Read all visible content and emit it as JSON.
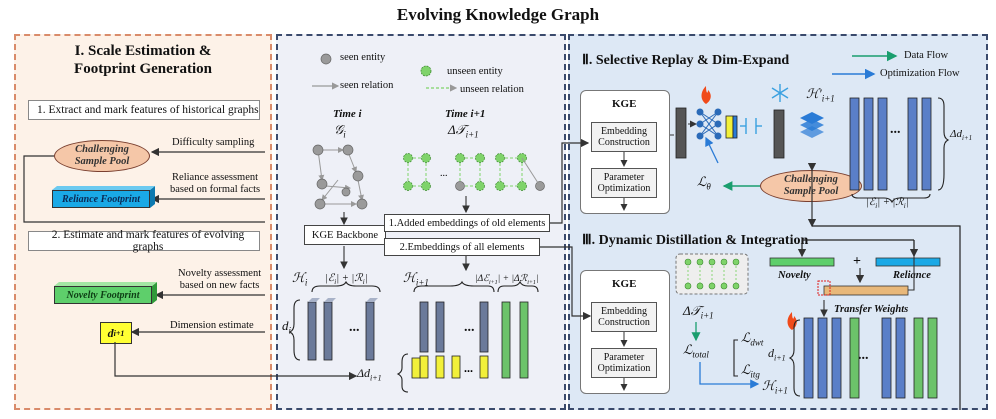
{
  "title": "Evolving Knowledge Graph",
  "panel1": {
    "title_line1": "I. Scale Estimation &",
    "title_line2": "Footprint Generation",
    "step1": "1. Extract and mark features of historical graphs",
    "difficulty": "Difficulty sampling",
    "sample_pool_1": "Challenging",
    "sample_pool_2": "Sample Pool",
    "reliance_assess_1": "Reliance assessment",
    "reliance_assess_2": "based on formal facts",
    "reliance_footprint": "Reliance Footprint",
    "step2": "2. Estimate and mark features of evolving graphs",
    "novelty_assess_1": "Novelty assessment",
    "novelty_assess_2": "based on new facts",
    "novelty_footprint": "Novelty Footprint",
    "dimension_estimate": "Dimension estimate",
    "d_symbol": "d",
    "d_sub": "i+1"
  },
  "panel2": {
    "legend": {
      "seen_entity": "seen entity",
      "unseen_entity": "unseen entity",
      "seen_relation": "seen relation",
      "unseen_relation": "unseen relation"
    },
    "time_i": "Time i",
    "time_i1": "Time i+1",
    "g_sym": "𝒢",
    "g_sub": "i",
    "dt_sym": "Δ𝒯",
    "dt_sub": "i+1",
    "kge_backbone": "KGE Backbone",
    "added_embeddings": "1.Added embeddings of old elements",
    "all_embeddings": "2.Embeddings of all elements",
    "h_i": "ℋ",
    "h_i_sub": "i",
    "h_i1_sub": "i+1",
    "card_i": "|ℰ",
    "card_i_mid": "| + |ℛ",
    "card_i_end": "|",
    "card_i1": "|Δℰ",
    "card_i1_mid": "| + |Δℛ",
    "card_i1_end": "|",
    "d_i": "d",
    "d_i_sub": "i",
    "delta_d": "Δd",
    "delta_d_sub": "i+1",
    "dots": "..."
  },
  "panel3": {
    "title2": "Ⅱ. Selective Replay & Dim-Expand",
    "title3": "Ⅲ. Dynamic Distillation & Integration",
    "data_flow": "Data Flow",
    "opt_flow": "Optimization Flow",
    "kge": "KGE",
    "embedding_construction_1": "Embedding",
    "embedding_construction_2": "Construction",
    "param_opt_1": "Parameter",
    "param_opt_2": "Optimization",
    "h_prime": "ℋ′",
    "h_prime_sub": "i+1",
    "delta_d": "Δd",
    "delta_d_sub": "i+1",
    "card": "|ℰ",
    "card_mid": "| + |ℛ",
    "card_end": "|",
    "l_theta": "ℒ",
    "l_theta_sub": "θ",
    "pool_1": "Challenging",
    "pool_2": "Sample Pool",
    "novelty": "Novelty",
    "reliance": "Reliance",
    "plus": "+",
    "transfer_weights": "Transfer Weights",
    "dt": "Δ𝒯",
    "dt_sub": "i+1",
    "l_total": "ℒ",
    "l_total_sub": "total",
    "l_dwt": "ℒ",
    "l_dwt_sub": "dwt",
    "l_itg": "ℒ",
    "l_itg_sub": "itg",
    "d_i1": "d",
    "d_i1_sub": "i+1",
    "h_i1": "ℋ",
    "h_i1_sub": "i+1",
    "dots": "..."
  },
  "colors": {
    "panel1_bg": "#fdf2e8",
    "panel2_bg": "#eef0f7",
    "panel3_bg": "#dde8f5",
    "seen_entity": "#9a9a9a",
    "unseen_entity": "#7fd36a",
    "data_flow": "#1a9e6e",
    "opt_flow": "#2a7bd6",
    "embedding_blue": "#5a7fc8",
    "embedding_green": "#6cc36a",
    "embedding_yellow": "#f2f03a",
    "fire": "#f04a1a",
    "snowflake": "#3aa0e0"
  },
  "icons": [
    "fire-icon",
    "snowflake-icon",
    "stack-icon",
    "network-icon",
    "freeze-icon"
  ]
}
